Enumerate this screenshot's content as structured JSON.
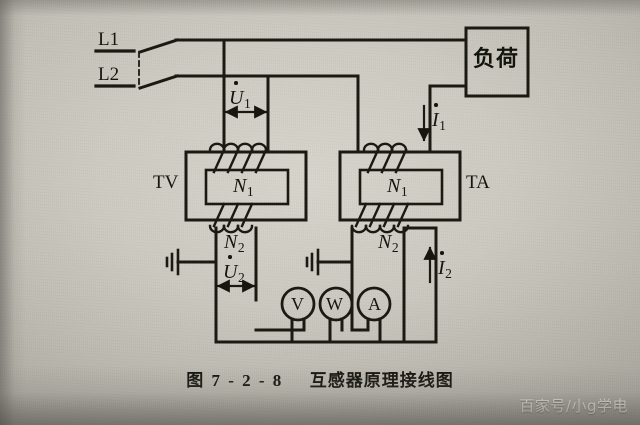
{
  "figure": {
    "caption_number": "图 7 - 2 - 8",
    "caption_title": "互感器原理接线图",
    "watermark": "百家号/小g学电"
  },
  "labels": {
    "line_l1": "L1",
    "line_l2": "L2",
    "load": "负荷",
    "tv": "TV",
    "ta": "TA",
    "tv_primary_turns": "N",
    "tv_primary_turns_sub": "1",
    "tv_secondary_turns": "N",
    "tv_secondary_turns_sub": "2",
    "ta_primary_turns": "N",
    "ta_primary_turns_sub": "1",
    "ta_secondary_turns": "N",
    "ta_secondary_turns_sub": "2",
    "voltage_primary": "U",
    "voltage_primary_sub": "1",
    "voltage_secondary": "U",
    "voltage_secondary_sub": "2",
    "current_primary": "I",
    "current_primary_sub": "1",
    "current_secondary": "I",
    "current_secondary_sub": "2"
  },
  "meters": [
    {
      "symbol": "V",
      "name": "voltmeter"
    },
    {
      "symbol": "W",
      "name": "wattmeter"
    },
    {
      "symbol": "A",
      "name": "ammeter"
    }
  ],
  "colors": {
    "ink": "#16160f",
    "paper": "#cfcdc3",
    "watermark": "#e8e7e2"
  }
}
